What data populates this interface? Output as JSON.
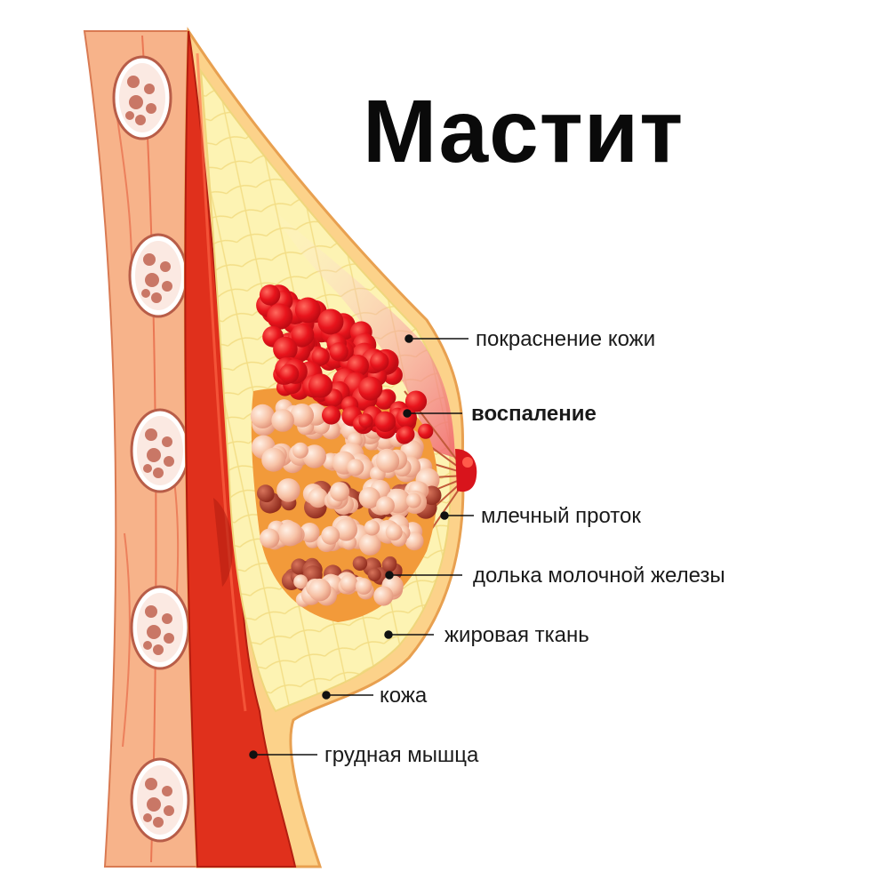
{
  "title": "Мастит",
  "labels": {
    "skin_redness": "покраснение кожи",
    "inflammation": "воспаление",
    "milk_duct": "млечный проток",
    "gland_lobule": "долька молочной железы",
    "fat_tissue": "жировая ткань",
    "skin": "кожа",
    "pectoral_muscle": "грудная мышца"
  },
  "colors": {
    "inflammation_red": "#e8141c",
    "muscle_red": "#e0301c",
    "fat_yellow": "#fdf3b3",
    "lobule_pink": "#f6b79b",
    "skin_peach": "#f7b38a",
    "text": "#1a1a1a"
  }
}
